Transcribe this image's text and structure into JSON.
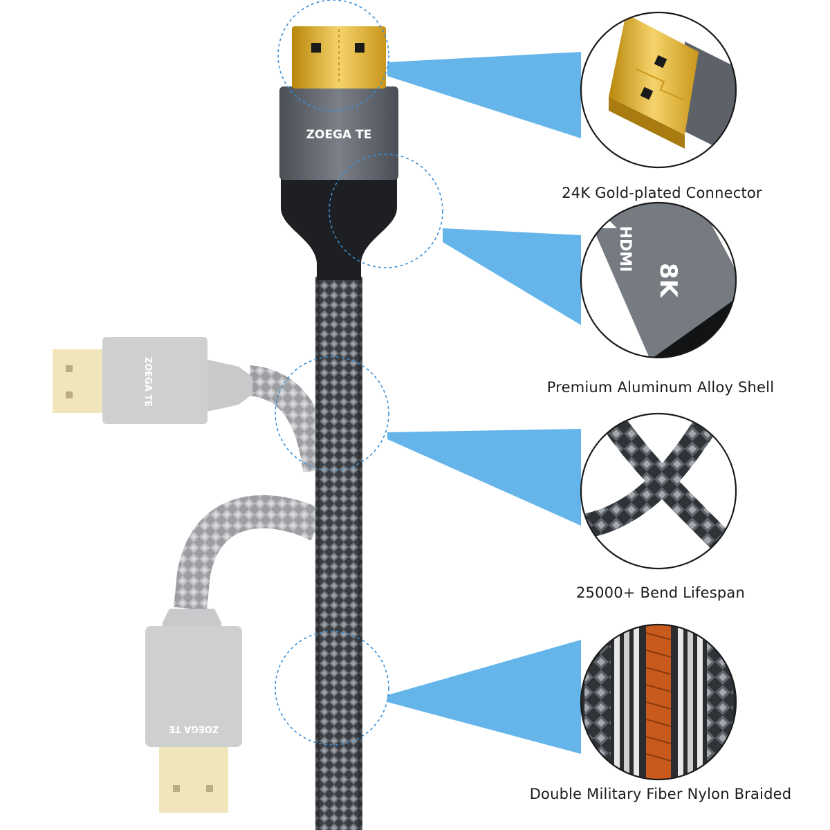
{
  "features": [
    {
      "id": "gold-connector",
      "label": "24K Gold-plated Connector"
    },
    {
      "id": "aluminum-shell",
      "label": "Premium Aluminum Alloy Shell"
    },
    {
      "id": "bend-lifespan",
      "label": "25000+ Bend Lifespan"
    },
    {
      "id": "nylon-braided",
      "label": "Double Military Fiber Nylon Braided"
    }
  ],
  "product": {
    "brand": "ZOEGA TE",
    "port_logo": "HDMI",
    "resolution_badge": "8K"
  },
  "colors": {
    "callout_blue": "#4aa8e8",
    "dashed_circle": "#3b8fd6",
    "gold": "#e6b422",
    "shell_grey": "#5d6168",
    "braid_dark": "#3a3d42",
    "faded_grey": "#b8b8b8",
    "copper": "#c85a1e"
  }
}
